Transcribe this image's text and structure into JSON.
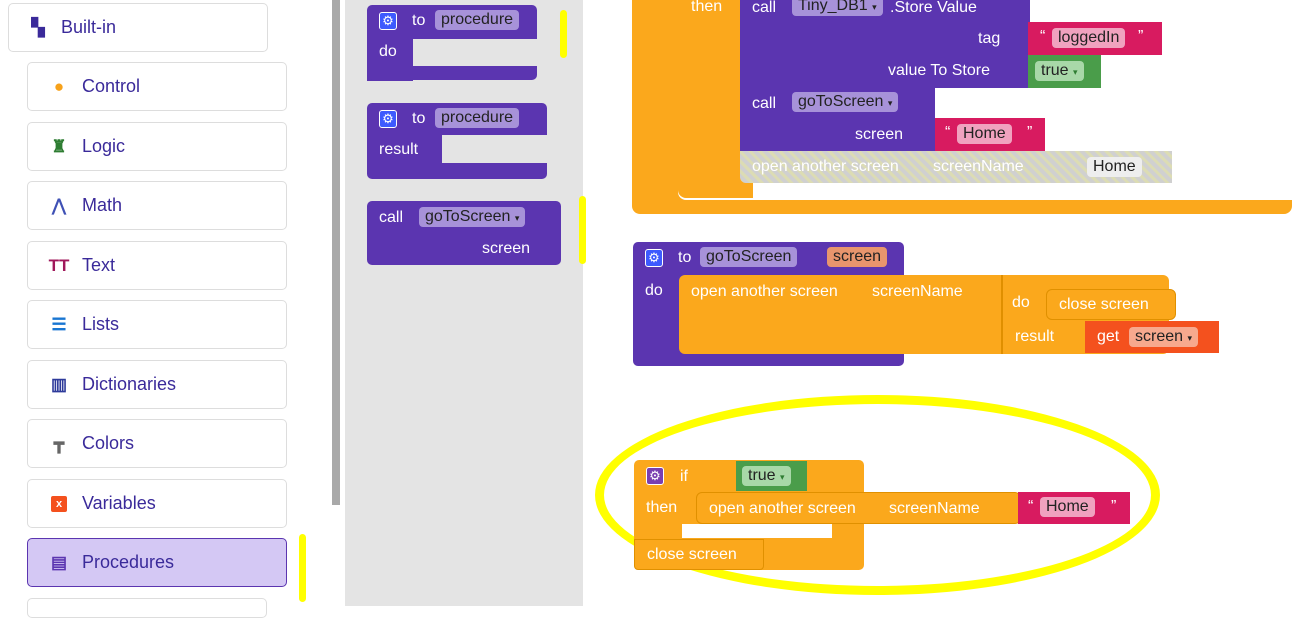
{
  "sidebar": {
    "builtin": "Built-in",
    "items": [
      {
        "label": "Control",
        "icon": "android-icon",
        "color": "#f7a21b"
      },
      {
        "label": "Logic",
        "icon": "chess-rook-icon",
        "color": "#2e7d32"
      },
      {
        "label": "Math",
        "icon": "compass-icon",
        "color": "#3f51b5"
      },
      {
        "label": "Text",
        "icon": "text-size-icon",
        "color": "#a0185b"
      },
      {
        "label": "Lists",
        "icon": "list-icon",
        "color": "#1976d2"
      },
      {
        "label": "Dictionaries",
        "icon": "book-icon",
        "color": "#2d3a9a"
      },
      {
        "label": "Colors",
        "icon": "paint-roller-icon",
        "color": "#666666"
      },
      {
        "label": "Variables",
        "icon": "variable-icon",
        "color": "#f4511e"
      },
      {
        "label": "Procedures",
        "icon": "clipboard-icon",
        "color": "#5b35b0"
      }
    ],
    "selected": "Procedures"
  },
  "flyout": {
    "proc_do": {
      "to": "to",
      "name": "procedure",
      "do": "do"
    },
    "proc_result": {
      "to": "to",
      "name": "procedure",
      "result": "result"
    },
    "call": {
      "call": "call",
      "name": "goToScreen",
      "arg": "screen"
    }
  },
  "workspace": {
    "then": "then",
    "store": {
      "call": "call",
      "component": "Tiny_DB1",
      "method": ".Store Value",
      "tag": "tag",
      "tag_value": "loggedIn",
      "value_label": "value To Store",
      "value": "true"
    },
    "call_goto": {
      "call": "call",
      "name": "goToScreen",
      "arg": "screen",
      "value": "Home"
    },
    "disabled_open": {
      "label": "open another screen",
      "arg": "screenName",
      "value": "Home"
    },
    "proc_def": {
      "to": "to",
      "name": "goToScreen",
      "param": "screen",
      "do": "do",
      "open": "open another screen",
      "arg": "screenName",
      "do2": "do",
      "close": "close screen",
      "result": "result",
      "get": "get",
      "get_var": "screen"
    },
    "if_block": {
      "if": "if",
      "cond": "true",
      "then": "then",
      "open": "open another screen",
      "arg": "screenName",
      "value": "Home",
      "close": "close screen"
    }
  },
  "colors": {
    "procedure": "#5b35b0",
    "control": "#fba81c",
    "text": "#d81b60",
    "logic": "#4a9d4a",
    "highlight": "#ffff00"
  }
}
